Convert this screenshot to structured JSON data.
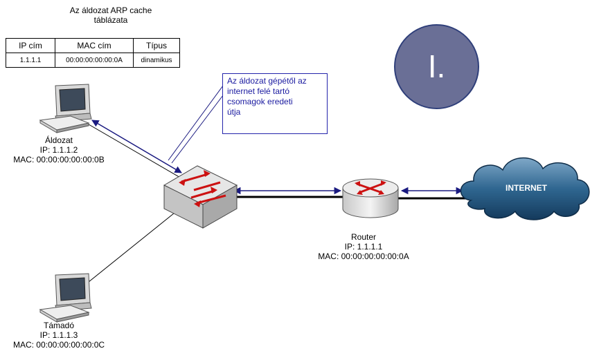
{
  "arp": {
    "title_line1": "Az áldozat ARP cache",
    "title_line2": "táblázata",
    "headers": [
      "IP cím",
      "MAC cím",
      "Típus"
    ],
    "row": [
      "1.1.1.1",
      "00:00:00:00:00:0A",
      "dinamikus"
    ]
  },
  "phase_label": "I.",
  "callout": {
    "lines": [
      "Az áldozat gépétől az",
      "internet felé tartó",
      "csomagok eredeti",
      "útja"
    ]
  },
  "victim": {
    "name": "Áldozat",
    "ip": "IP: 1.1.1.2",
    "mac": "MAC: 00:00:00:00:00:0B"
  },
  "attacker": {
    "name": "Támadó",
    "ip": "IP: 1.1.1.3",
    "mac": "MAC: 00:00:00:00:00:0C"
  },
  "router": {
    "name": "Router",
    "ip": "IP: 1.1.1.1",
    "mac": "MAC: 00:00:00:00:00:0A"
  },
  "internet_label": "INTERNET",
  "icons": [
    "computer-icon",
    "switch-icon",
    "router-icon",
    "cloud-icon"
  ],
  "colors": {
    "arrow": "#1a1a80",
    "phase_fill": "#6a6f96",
    "cloud": "#1f4f7a",
    "switch_arrows": "#cc1111"
  }
}
